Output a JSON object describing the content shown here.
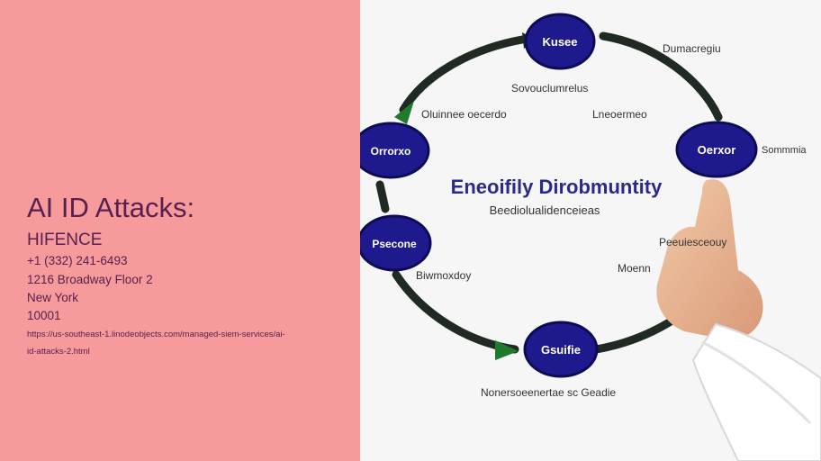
{
  "left_panel": {
    "title": "AI ID Attacks:",
    "company": "HIFENCE",
    "phone": "+1 (332) 241-6493",
    "address_line": "1216 Broadway Floor 2",
    "city": "New York",
    "zip": "10001",
    "url_line_1": "https://us-southeast-1.linodeobjects.com/managed-siem-services/ai-",
    "url_line_2": "id-attacks-2.html"
  },
  "diagram": {
    "center_title": "Eneoifily Dirobmuntity",
    "center_subtitle": "Beediolualidenceieas",
    "nodes": {
      "top": "Kusee",
      "left": "Orrorxo",
      "right": "Oerxor",
      "lower_left": "Psecone",
      "bottom": "Gsuifie"
    },
    "labels": {
      "top_right": "Dumacregiu",
      "upper_center": "Sovouclumrelus",
      "mid_left": "Oluinnee oecerdo",
      "mid_right": "Lneoermeo",
      "right_edge": "Sommmia",
      "hand_label": "Peeuiesceouy",
      "lower_left": "Biwmoxdoy",
      "lower_right": "Moenn",
      "bottom": "Nonersoeenertae sc Geadie"
    },
    "colors": {
      "node_fill": "#1e1a8e",
      "arrow": "#1f2a23",
      "arrow_head": "#1f7a2e",
      "title": "#2a2a8a"
    }
  }
}
